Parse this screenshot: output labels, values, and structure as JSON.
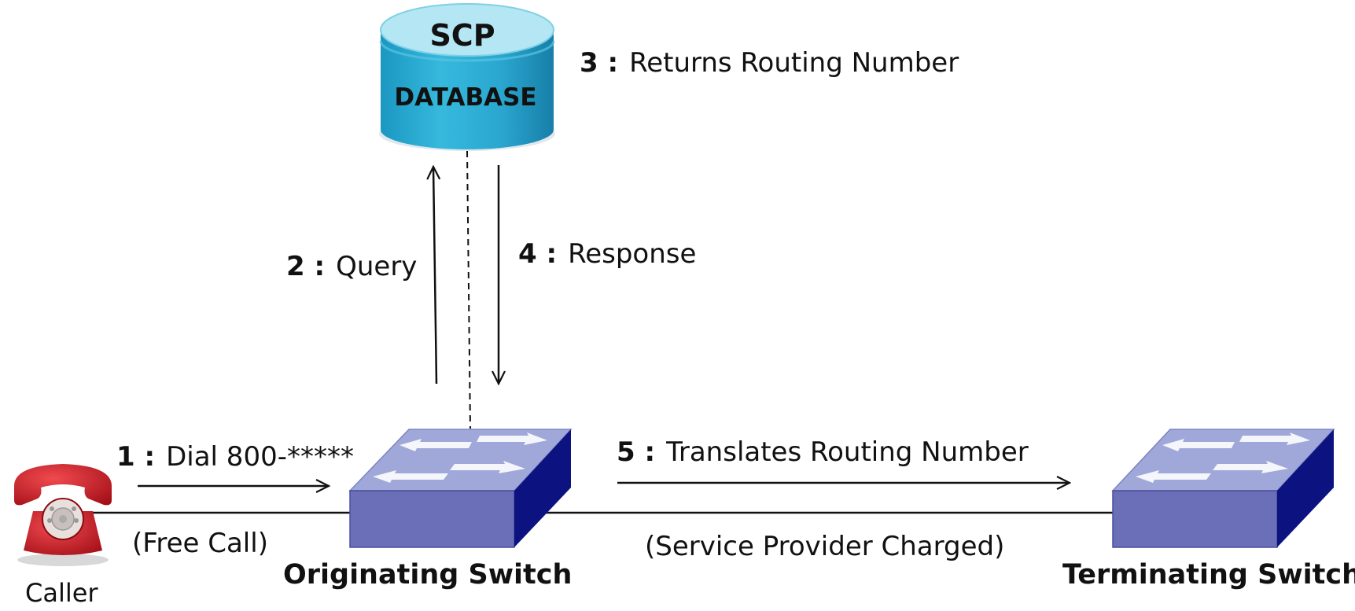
{
  "database": {
    "line1": "SCP",
    "line2": "DATABASE"
  },
  "steps": [
    {
      "num": "1 :",
      "text": "Dial 800-*****"
    },
    {
      "num": "2 :",
      "text": "Query"
    },
    {
      "num": "3 :",
      "text": "Returns Routing Number"
    },
    {
      "num": "4 :",
      "text": "Response"
    },
    {
      "num": "5 :",
      "text": "Translates Routing Number"
    }
  ],
  "notes": {
    "free_call": "(Free Call)",
    "provider_charged": "(Service Provider Charged)"
  },
  "nodes": {
    "caller": "Caller",
    "originating": "Originating Switch",
    "terminating": "Terminating Switch"
  },
  "colors": {
    "db_top": "#a9e3f1",
    "db_body": "#2eaed3",
    "switch_top": "#9fa7d6",
    "switch_front": "#6b6fb8",
    "switch_side": "#0d1380",
    "phone": "#d6202a"
  },
  "icons": {
    "caller": "telephone-icon",
    "switch": "network-switch-icon",
    "database": "database-cylinder-icon"
  }
}
